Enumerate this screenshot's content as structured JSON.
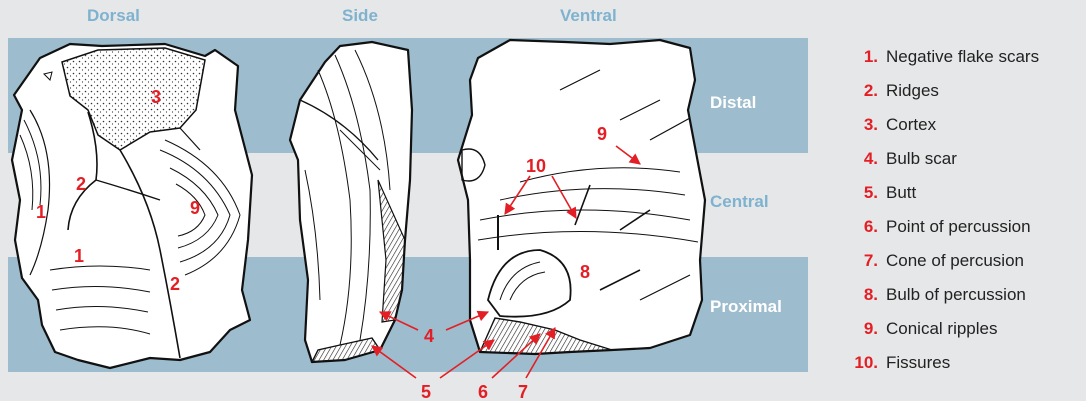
{
  "views": {
    "dorsal": "Dorsal",
    "side": "Side",
    "ventral": "Ventral"
  },
  "zones": {
    "distal": "Distal",
    "central": "Central",
    "proximal": "Proximal"
  },
  "colors": {
    "band": "#9dbccd",
    "label_red": "#e31e24",
    "title_blue": "#7fb2cf"
  },
  "labels": {
    "l1": "1",
    "l2": "2",
    "l3": "3",
    "l4": "4",
    "l5": "5",
    "l6": "6",
    "l7": "7",
    "l8": "8",
    "l9": "9",
    "l10": "10"
  },
  "legend": [
    {
      "num": "1.",
      "text": "Negative flake scars"
    },
    {
      "num": "2.",
      "text": "Ridges"
    },
    {
      "num": "3.",
      "text": "Cortex"
    },
    {
      "num": "4.",
      "text": "Bulb scar"
    },
    {
      "num": "5.",
      "text": "Butt"
    },
    {
      "num": "6.",
      "text": "Point of percussion"
    },
    {
      "num": "7.",
      "text": "Cone of percusion"
    },
    {
      "num": "8.",
      "text": "Bulb of percussion"
    },
    {
      "num": "9.",
      "text": "Conical ripples"
    },
    {
      "num": "10.",
      "text": "Fissures"
    }
  ]
}
